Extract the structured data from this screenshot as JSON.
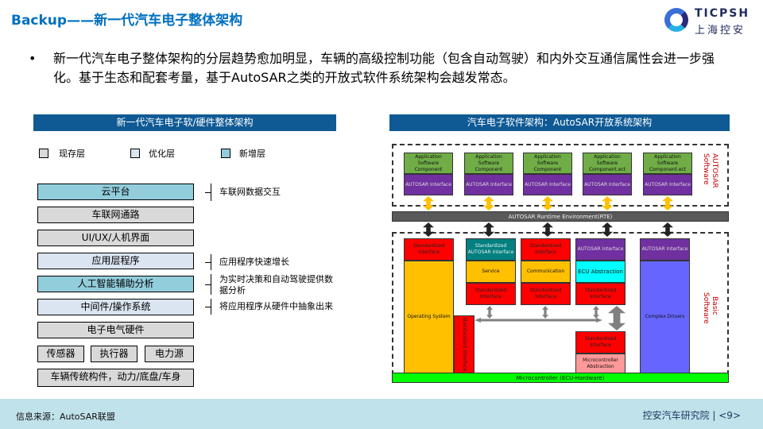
{
  "title": "Backup——新一代汽车电子整体架构",
  "logo": {
    "name": "TICPSH",
    "sub": "上海控安"
  },
  "bullet": "新一代汽车电子整体架构的分层趋势愈加明显，车辆的高级控制功能（包含自动驾驶）和内外交互通信属性会进一步强化。基于生态和配套考量，基于AutoSAR之类的开放式软件系统架构会越发常态。",
  "left": {
    "header": "新一代汽车电子软/硬件整体架构",
    "legend": [
      "现存层",
      "优化层",
      "新增层"
    ],
    "layers": [
      "云平台",
      "车联网通路",
      "UI/UX/人机界面",
      "应用层程序",
      "人工智能辅助分析",
      "中间件/操作系统",
      "电子电气硬件"
    ],
    "hardware": [
      "传感器",
      "执行器",
      "电力源"
    ],
    "base": "车辆传统构件，动力/底盘/车身",
    "annotations": [
      "车联网数据交互",
      "应用程序快速增长",
      "为实时决策和自动驾驶提供数据分析",
      "将应用程序从硬件中抽象出来"
    ]
  },
  "right": {
    "header": "汽车电子软件架构：AutoSAR开放系统架构",
    "apps": [
      "Application Software Component",
      "Application Software Component",
      "Application Software Component",
      "Application Software Component.ect",
      "Application Software Component.ect"
    ],
    "app_iface": "AUTOSAR Interface",
    "rte": "AUTOSAR Runtime Environment(RTE)",
    "std": "Standardized Interface",
    "std_autosar": "Standardized AUTOSAR Interface",
    "os": "Operating System",
    "service": "Service",
    "comm": "Communication",
    "ecu": "ECU Abstraction",
    "mcal": "Microcontroller Abstraction",
    "cdd": "Complex Drivers",
    "hw": "Microcontroller (ECU-Hardware)",
    "label_sw": "AUTOSAR Software",
    "label_bsw": "Basic Software"
  },
  "footer": {
    "source": "信息来源：AutoSAR联盟",
    "org": "控安汽车研究院 | <9>"
  }
}
